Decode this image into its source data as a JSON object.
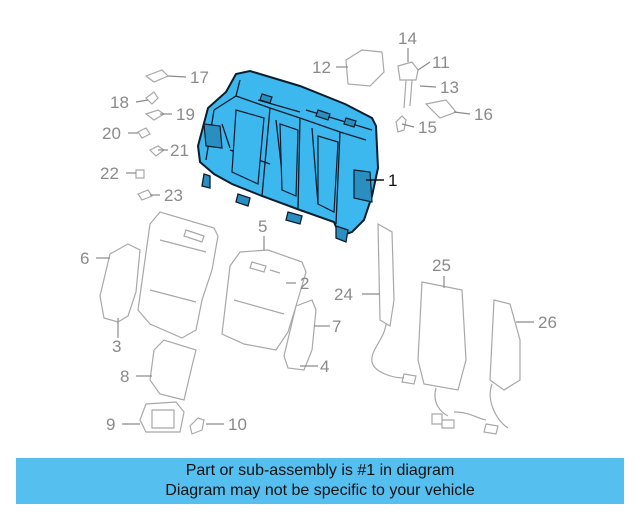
{
  "diagram": {
    "callouts": {
      "c1": "1",
      "c2": "2",
      "c3": "3",
      "c4": "4",
      "c5": "5",
      "c6": "6",
      "c7": "7",
      "c8": "8",
      "c9": "9",
      "c10": "10",
      "c11": "11",
      "c12": "12",
      "c13": "13",
      "c14": "14",
      "c15": "15",
      "c16": "16",
      "c17": "17",
      "c18": "18",
      "c19": "19",
      "c20": "20",
      "c21": "21",
      "c22": "22",
      "c23": "23",
      "c24": "24",
      "c25": "25",
      "c26": "26"
    },
    "highlight_color": "#3cb8ee",
    "ghost_color": "#a8a8a8"
  },
  "banner": {
    "line1": "Part or sub-assembly is #1 in diagram",
    "line2": "Diagram may not be specific to your vehicle",
    "color": "#55bff0"
  }
}
